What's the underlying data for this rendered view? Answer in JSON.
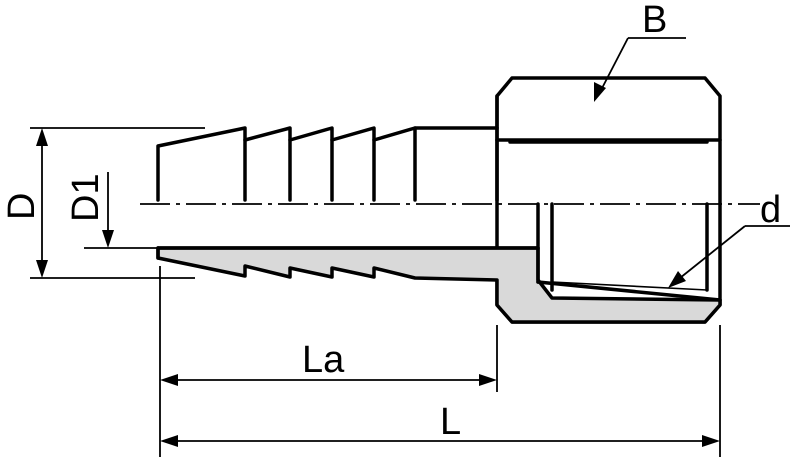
{
  "labels": {
    "B": "B",
    "d": "d",
    "D": "D",
    "D1": "D1",
    "La": "La",
    "L": "L"
  },
  "colors": {
    "line": "#000000",
    "section_fill": "#d9d9d9",
    "background": "#ffffff"
  }
}
